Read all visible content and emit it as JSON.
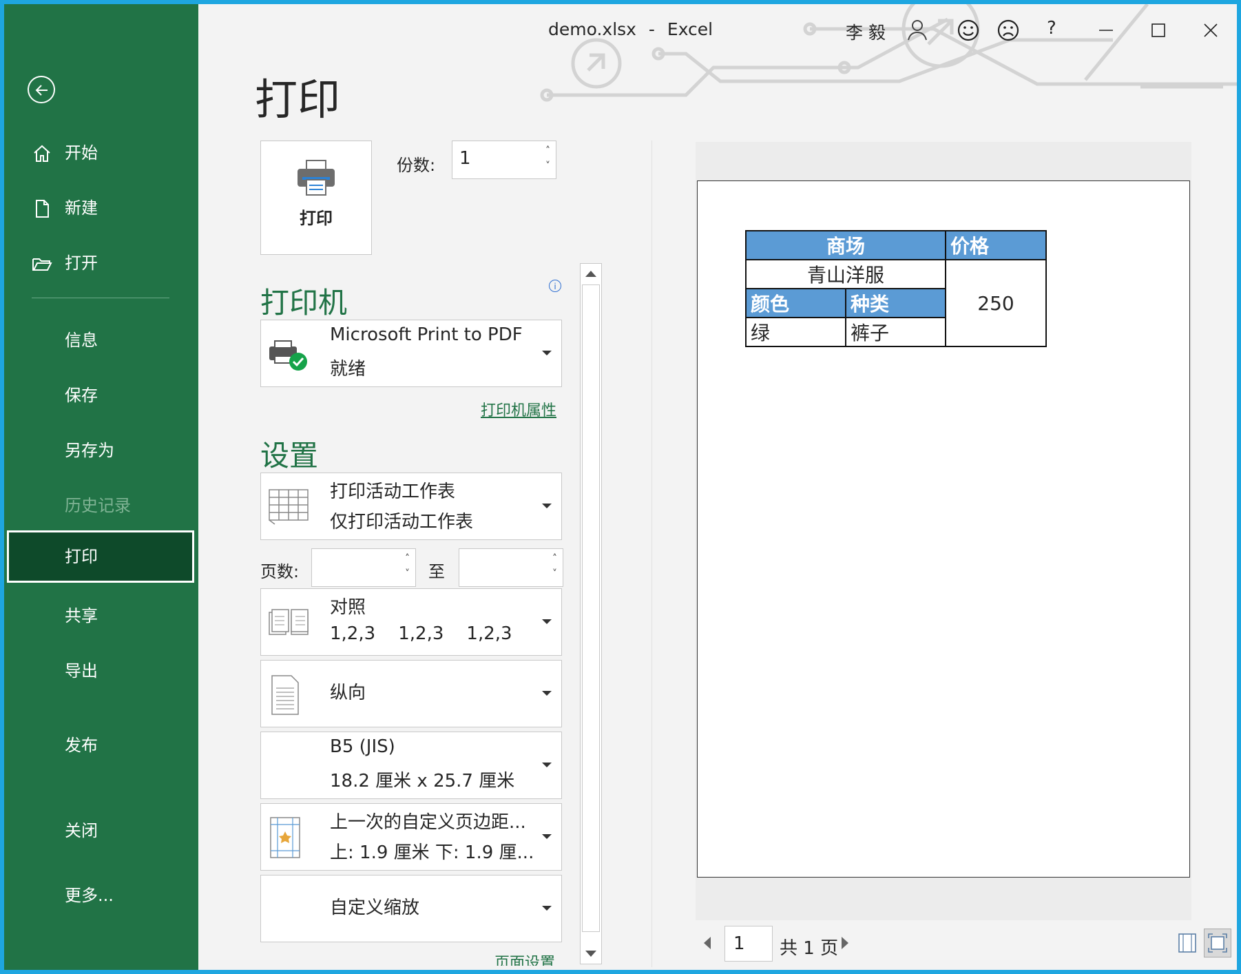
{
  "window": {
    "file": "demo.xlsx",
    "sep": "-",
    "app": "Excel",
    "user": "李 毅",
    "help": "?"
  },
  "sidebar": {
    "items": [
      {
        "label": "开始"
      },
      {
        "label": "新建"
      },
      {
        "label": "打开"
      },
      {
        "label": "信息"
      },
      {
        "label": "保存"
      },
      {
        "label": "另存为"
      },
      {
        "label": "历史记录"
      },
      {
        "label": "打印"
      },
      {
        "label": "共享"
      },
      {
        "label": "导出"
      },
      {
        "label": "发布"
      },
      {
        "label": "关闭"
      },
      {
        "label": "更多..."
      }
    ]
  },
  "page_title": "打印",
  "print_button": {
    "label": "打印"
  },
  "copies": {
    "label": "份数:",
    "value": "1"
  },
  "printer": {
    "section": "打印机",
    "name": "Microsoft Print to PDF",
    "status": "就绪",
    "properties_link": "打印机属性",
    "info": "i"
  },
  "settings": {
    "section": "设置",
    "what": {
      "line1": "打印活动工作表",
      "line2": "仅打印活动工作表"
    },
    "pages": {
      "label": "页数:",
      "to": "至",
      "from_value": "",
      "to_value": ""
    },
    "collate": {
      "line1": "对照",
      "line2": "1,2,3    1,2,3    1,2,3"
    },
    "orientation": {
      "line1": "纵向"
    },
    "paper": {
      "line1": "B5 (JIS)",
      "line2": "18.2 厘米 x 25.7 厘米"
    },
    "margins": {
      "line1": "上一次的自定义页边距...",
      "line2": "上: 1.9 厘米 下: 1.9 厘..."
    },
    "scaling": {
      "line1": "自定义缩放"
    },
    "page_setup_link": "页面设置"
  },
  "preview": {
    "table": {
      "h_store": "商场",
      "h_price": "价格",
      "store": "青山洋服",
      "h_color": "颜色",
      "h_kind": "种类",
      "price": "250",
      "color": "绿",
      "kind": "裤子"
    },
    "page_current": "1",
    "page_total": "共 1 页"
  },
  "colors": {
    "sidebar": "#217346",
    "active": "#0e4a2a",
    "header_fill": "#5b9bd5",
    "accent": "#217346"
  }
}
